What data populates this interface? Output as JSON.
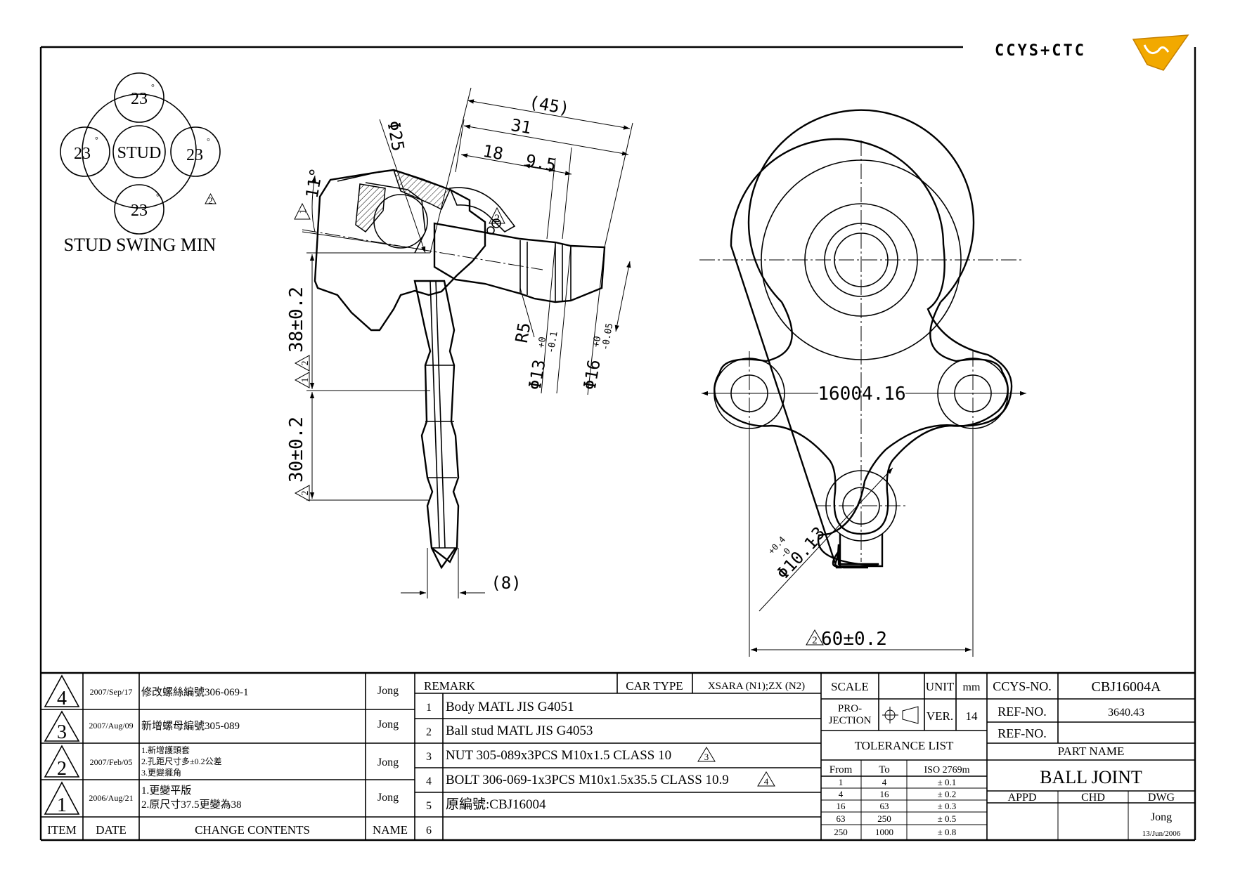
{
  "logo": {
    "text": "CCYS+CTC",
    "accent": "#f2a900"
  },
  "stud_swing": {
    "title": "STUD SWING MIN",
    "center": "STUD",
    "top": "23",
    "left": "23",
    "right": "23",
    "bottom": "23",
    "degree": "°",
    "revision": "2"
  },
  "side_view": {
    "dim_45": "(45)",
    "dim_31": "31",
    "dim_18": "18",
    "dim_9_5": "9.5",
    "dia_25": "Φ25",
    "angle_11": "11°",
    "rev_11": "1",
    "dim_38": "38±0.2",
    "rev_38a": "1",
    "rev_38b": "2",
    "dim_30": "30±0.2",
    "rev_30": "2",
    "r5": "R5",
    "dia_13": "Φ13",
    "dia_13_tol_up": "+0",
    "dia_13_tol_dn": "-0.1",
    "dia_16": "Φ16",
    "dia_16_tol_up": "+0",
    "dia_16_tol_dn": "-0.05",
    "dim_8": "(8)",
    "body_rev": "2"
  },
  "top_view": {
    "pcd": "16004.16",
    "hole": "Φ10.1",
    "hole_tol_up": "+0.4",
    "hole_tol_dn": "-0",
    "hole_count": "-3",
    "width": "60±0.2",
    "width_rev": "2"
  },
  "revisions": [
    {
      "item": "4",
      "date": "2007/Sep/17",
      "contents": [
        "修改螺絲編號306-069-1"
      ],
      "name": "Jong"
    },
    {
      "item": "3",
      "date": "2007/Aug/09",
      "contents": [
        "新增螺母編號305-089"
      ],
      "name": "Jong"
    },
    {
      "item": "2",
      "date": "2007/Feb/05",
      "contents": [
        "1.新增護頭套",
        "2.孔距尺寸多±0.2公差",
        "3.更變擺角"
      ],
      "name": "Jong"
    },
    {
      "item": "1",
      "date": "2006/Aug/21",
      "contents": [
        "1.更變平版",
        "2.原尺寸37.5更變為38"
      ],
      "name": "Jong"
    }
  ],
  "revision_headers": {
    "item": "ITEM",
    "date": "DATE",
    "contents": "CHANGE CONTENTS",
    "name": "NAME"
  },
  "remarks": {
    "header": "REMARK",
    "car_type_label": "CAR TYPE",
    "car_type": "XSARA (N1);ZX (N2)",
    "rows": [
      {
        "no": "1",
        "text": "Body MATL JIS G4051",
        "rev": ""
      },
      {
        "no": "2",
        "text": "Ball stud MATL JIS G4053",
        "rev": ""
      },
      {
        "no": "3",
        "text": "NUT 305-089x3PCS M10x1.5 CLASS 10",
        "rev": "3"
      },
      {
        "no": "4",
        "text": "BOLT 306-069-1x3PCS M10x1.5x35.5 CLASS 10.9",
        "rev": "4"
      },
      {
        "no": "5",
        "text": "原編號:CBJ16004",
        "rev": ""
      },
      {
        "no": "6",
        "text": "",
        "rev": ""
      }
    ]
  },
  "scale_block": {
    "scale_label": "SCALE",
    "unit_label": "UNIT",
    "unit": "mm",
    "projection_label_1": "PRO-",
    "projection_label_2": "JECTION",
    "ver_label": "VER.",
    "ver": "14"
  },
  "tolerance": {
    "title": "TOLERANCE LIST",
    "headers": [
      "From",
      "To",
      "ISO 2769m"
    ],
    "rows": [
      [
        "1",
        "4",
        "± 0.1"
      ],
      [
        "4",
        "16",
        "± 0.2"
      ],
      [
        "16",
        "63",
        "± 0.3"
      ],
      [
        "63",
        "250",
        "± 0.5"
      ],
      [
        "250",
        "1000",
        "± 0.8"
      ]
    ]
  },
  "title_block": {
    "ccys_label": "CCYS-NO.",
    "ccys": "CBJ16004A",
    "ref1_label": "REF-NO.",
    "ref1": "3640.43",
    "ref2_label": "REF-NO.",
    "ref2": "",
    "part_name_label": "PART NAME",
    "part_name": "BALL JOINT",
    "appd_label": "APPD",
    "chd_label": "CHD",
    "dwg_label": "DWG",
    "drawer": "Jong",
    "date": "13/Jun/2006"
  }
}
